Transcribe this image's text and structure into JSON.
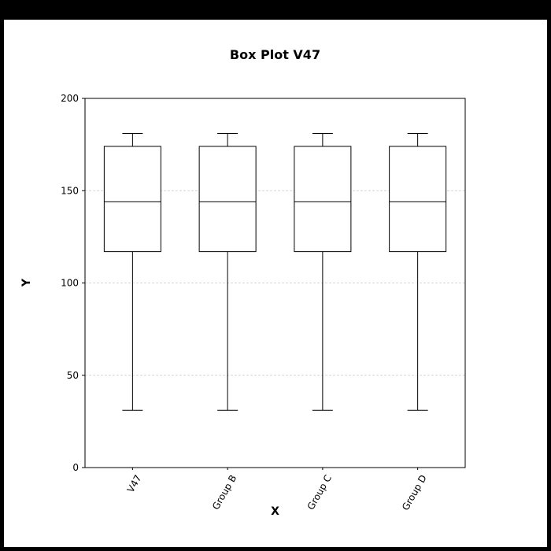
{
  "chart_data": {
    "type": "box",
    "title": "Box Plot V47",
    "xlabel": "X",
    "ylabel": "Y",
    "ylim": [
      0,
      200
    ],
    "yticks": [
      0,
      50,
      100,
      150,
      200
    ],
    "grid": "y-dashed",
    "categories": [
      "V47",
      "Group B",
      "Group C",
      "Group D"
    ],
    "boxes": [
      {
        "category": "V47",
        "whisker_low": 31,
        "q1": 117,
        "median": 144,
        "q3": 174,
        "whisker_high": 181
      },
      {
        "category": "Group B",
        "whisker_low": 31,
        "q1": 117,
        "median": 144,
        "q3": 174,
        "whisker_high": 181
      },
      {
        "category": "Group C",
        "whisker_low": 31,
        "q1": 117,
        "median": 144,
        "q3": 174,
        "whisker_high": 181
      },
      {
        "category": "Group D",
        "whisker_low": 31,
        "q1": 117,
        "median": 144,
        "q3": 174,
        "whisker_high": 181
      }
    ],
    "colors": {
      "box_fill": "#ffffff",
      "box_stroke": "#000000",
      "grid": "#c8c8c8",
      "background": "#ffffff",
      "frame": "#000000"
    }
  }
}
